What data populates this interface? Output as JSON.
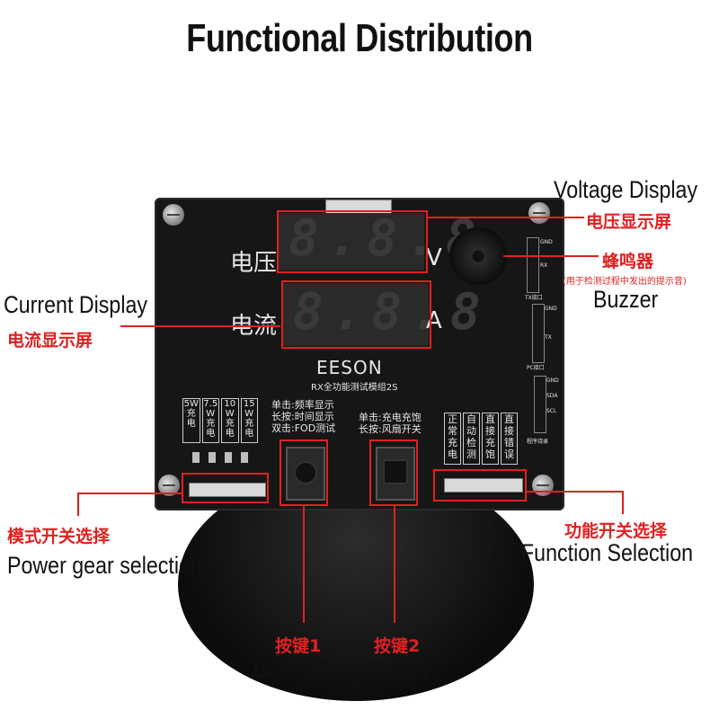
{
  "title": "Functional Distribution",
  "callouts": {
    "voltage_en": "Voltage Display",
    "voltage_cn": "电压显示屏",
    "buzzer_cn": "蜂鸣器",
    "buzzer_note": "(用于检测过程中发出的提示音)",
    "buzzer_en": "Buzzer",
    "current_en": "Current Display",
    "current_cn": "电流显示屏",
    "mode_cn": "模式开关选择",
    "mode_en": "Power gear selection",
    "function_cn": "功能开关选择",
    "function_en": "Function  Selection",
    "button1_cn": "按键1",
    "button1_en": "Button 1",
    "button2_cn": "按键2",
    "button2_en": "Button 2"
  },
  "board": {
    "voltage_label": "电压",
    "voltage_unit": "V",
    "current_label": "电流",
    "current_unit": "A",
    "digits_voltage": "8.8.8",
    "digits_current": "8.8.8",
    "brand": "EESON",
    "model": "RX全功能测试模组2S",
    "power_gears": [
      "5W充电",
      "7.5W充电",
      "10W充电",
      "15W充电"
    ],
    "button1_text": [
      "单击:频率显示",
      "长按:时间显示",
      "双击:FOD测试"
    ],
    "button2_text": [
      "单击:充电充饱",
      "长按:风扇开关"
    ],
    "functions": [
      "正常充电",
      "自动检测",
      "直接充饱",
      "直接错误"
    ],
    "pins_top": [
      "GND",
      "RX",
      "TX接口"
    ],
    "pins_mid": [
      "GND",
      "TX",
      "PC接口"
    ],
    "pins_bottom": [
      "GND",
      "SDA",
      "SCL",
      "程序烧录"
    ]
  }
}
